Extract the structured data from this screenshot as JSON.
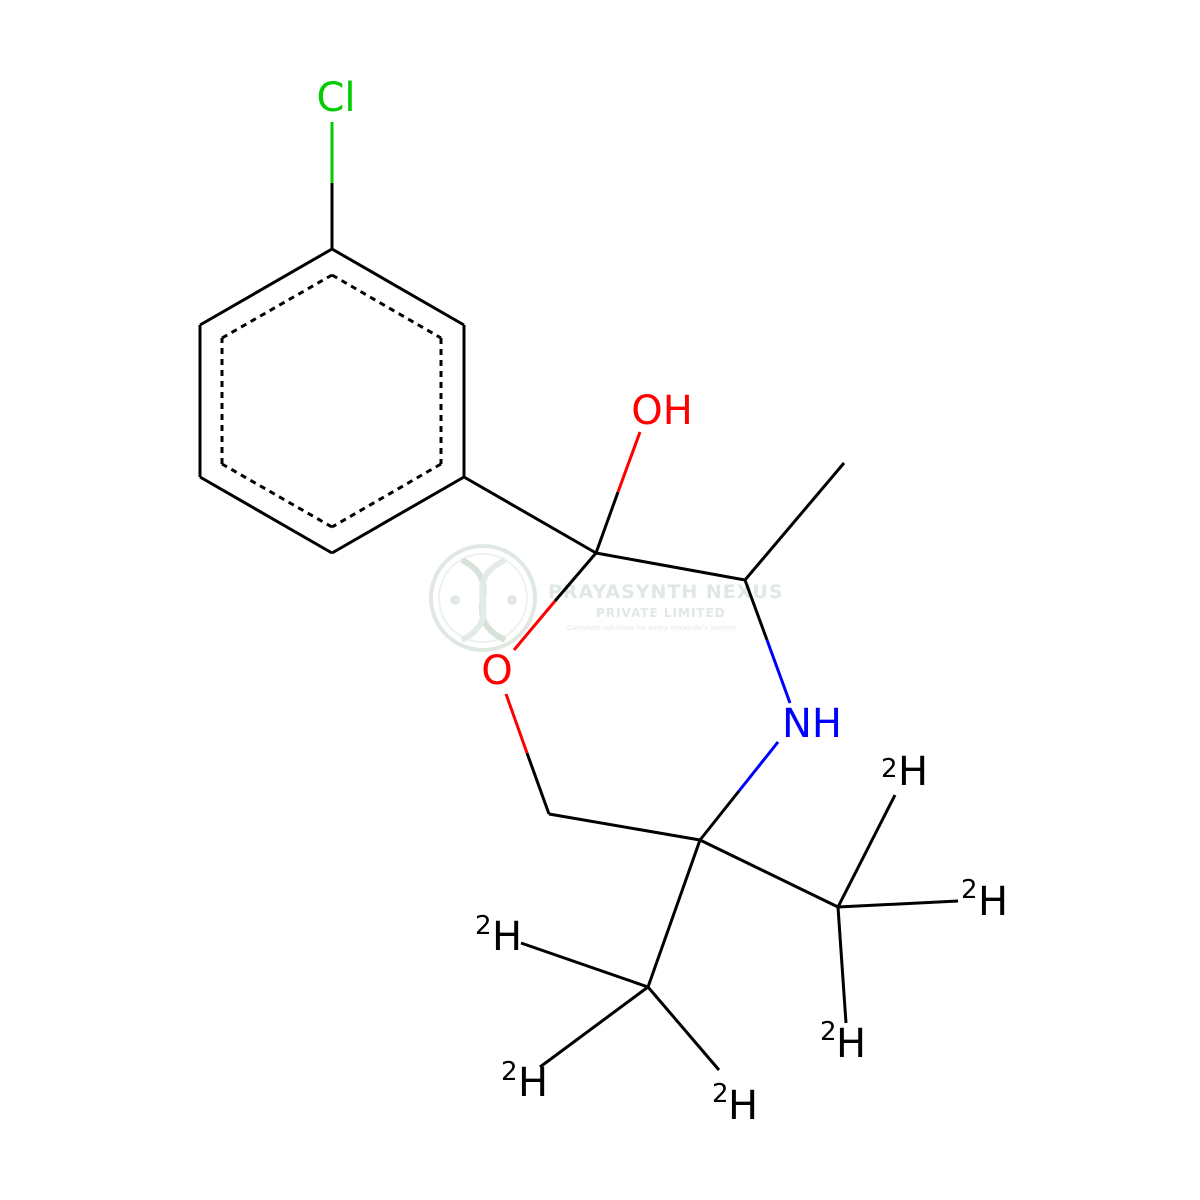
{
  "colors": {
    "bond": "#000000",
    "chlorine": "#00cc00",
    "oxygen": "#ff0000",
    "nitrogen": "#0000ff",
    "hydrogen_isotope": "#000000",
    "watermark": "#c8d6cc"
  },
  "atoms": {
    "chlorine": "Cl",
    "hydroxyl": "OH",
    "ring_oxygen": "O",
    "amine": "NH"
  },
  "deuterium": {
    "isotope": "2",
    "element": "H"
  },
  "watermark": {
    "company": "PRAYASYNTH NEXUS",
    "subtitle": "PRIVATE LIMITED",
    "tagline": "Complete solutions for every molecule's journey",
    "icon": "dna-helix-logo-icon"
  }
}
